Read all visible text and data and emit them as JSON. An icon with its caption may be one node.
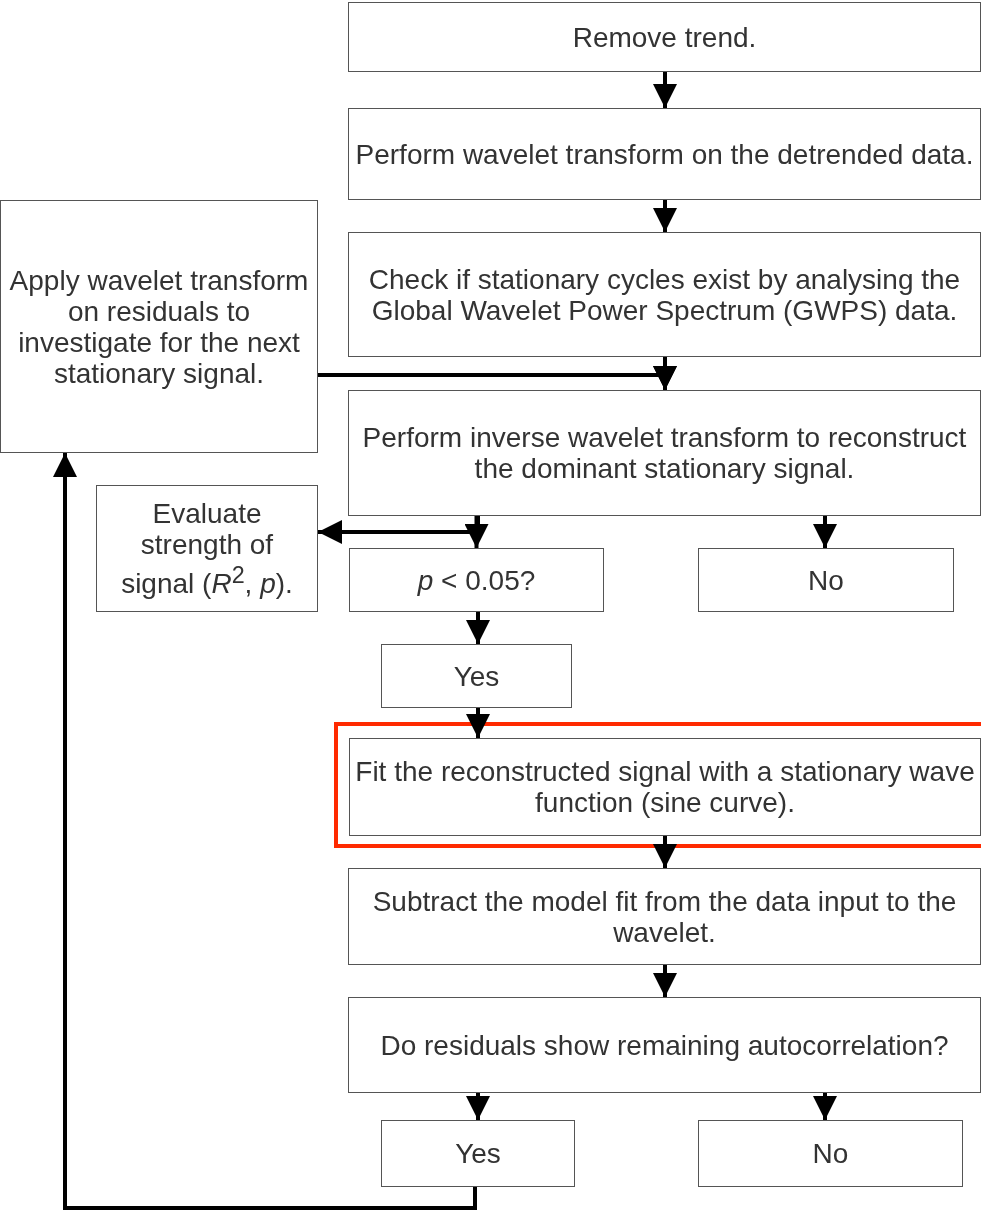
{
  "diagram": {
    "nodes": [
      {
        "text": [
          "Remove trend."
        ]
      },
      {
        "text": [
          "Perform wavelet transform on the detrended data."
        ]
      },
      {
        "text": [
          "Apply wavelet transform on residuals to investigate for the next stationary signal."
        ]
      },
      {
        "text": [
          "Check if stationary cycles exist by analysing the Global Wavelet Power Spectrum (GWPS) data."
        ]
      },
      {
        "text": [
          "Perform inverse wavelet transform to reconstruct the dominant stationary signal."
        ]
      },
      {
        "text": [
          "Evaluate strength of signal (*R*$^{2}$, *p*)."
        ]
      },
      {
        "text": [
          "*p* < 0.05?"
        ]
      },
      {
        "text": [
          "No"
        ]
      },
      {
        "text": [
          "Yes"
        ]
      },
      {
        "text": [
          "Fit the reconstructed signal with a stationary wave function (sine curve)."
        ]
      },
      {
        "text": [
          "Subtract the model fit from the data input to the wavelet."
        ]
      },
      {
        "text": [
          "Do residuals show remaining autocorrelation?"
        ]
      },
      {
        "text": [
          "Yes"
        ]
      },
      {
        "text": [
          "No"
        ]
      }
    ],
    "edges": [
      {
        "from": 0,
        "to": 1,
        "arrow": "to"
      },
      {
        "from": 1,
        "to": 3,
        "arrow": "to"
      },
      {
        "from": 3,
        "to": 4,
        "arrow": "to"
      },
      {
        "from": 2,
        "to": 4,
        "arrow": "to"
      },
      {
        "from": 4,
        "to": 6,
        "arrow": "to"
      },
      {
        "from": 4,
        "to": 5,
        "arrow": "to"
      },
      {
        "from": 4,
        "to": 7,
        "arrow": "to"
      },
      {
        "from": 6,
        "to": 8,
        "arrow": "to"
      },
      {
        "from": 8,
        "to": 9,
        "arrow": "to"
      },
      {
        "from": 9,
        "to": 10,
        "arrow": "to"
      },
      {
        "from": 10,
        "to": 11,
        "arrow": "to"
      },
      {
        "from": 11,
        "to": 12,
        "arrow": "to"
      },
      {
        "from": 11,
        "to": 13,
        "arrow": "to"
      },
      {
        "from": 12,
        "to": 2,
        "arrow": "to"
      }
    ]
  }
}
